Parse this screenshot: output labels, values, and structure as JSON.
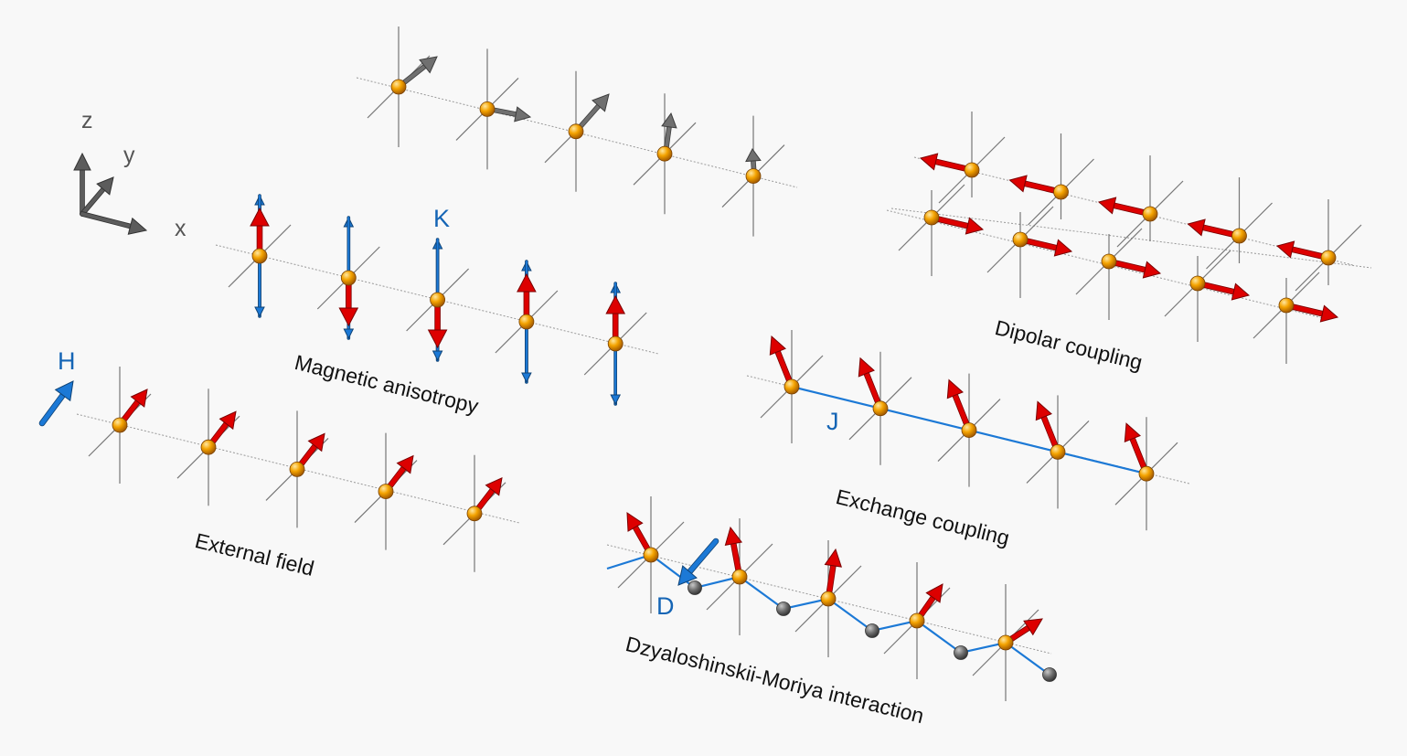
{
  "axes": {
    "x_label": "x",
    "y_label": "y",
    "z_label": "z"
  },
  "captions": {
    "anisotropy": "Magnetic anisotropy",
    "external": "External field",
    "dipolar": "Dipolar coupling",
    "exchange": "Exchange coupling",
    "dmi": "Dzyaloshinskii-Moriya interaction"
  },
  "symbols": {
    "K": "K",
    "H": "H",
    "J": "J",
    "D": "D"
  },
  "colors": {
    "background": "#f8f8f8",
    "spin": "#dd0000",
    "field": "#1c79d6",
    "atom": "#f0a000",
    "neighbor_atom": "#6a6a6a",
    "axis_arrow": "#5c5c5c",
    "lattice_line": "#777777",
    "bond": "#1c79d6"
  },
  "panels": {
    "precession": {
      "spins": 5,
      "spin_color": "grey"
    },
    "anisotropy": {
      "spins": 5,
      "orientation": [
        "up",
        "down",
        "down",
        "up",
        "up"
      ]
    },
    "external": {
      "spins": 5,
      "orientation": [
        "along-field",
        "along-field",
        "along-field",
        "along-field",
        "along-field"
      ]
    },
    "dipolar": {
      "rows": 2,
      "spins_per_row": 5,
      "orientation_row1": "-x",
      "orientation_row2": "+x"
    },
    "exchange": {
      "spins": 5,
      "orientation": [
        "canted",
        "canted",
        "canted",
        "canted",
        "canted"
      ]
    },
    "dmi": {
      "spins": 5,
      "neighbor_atoms": 5
    }
  }
}
